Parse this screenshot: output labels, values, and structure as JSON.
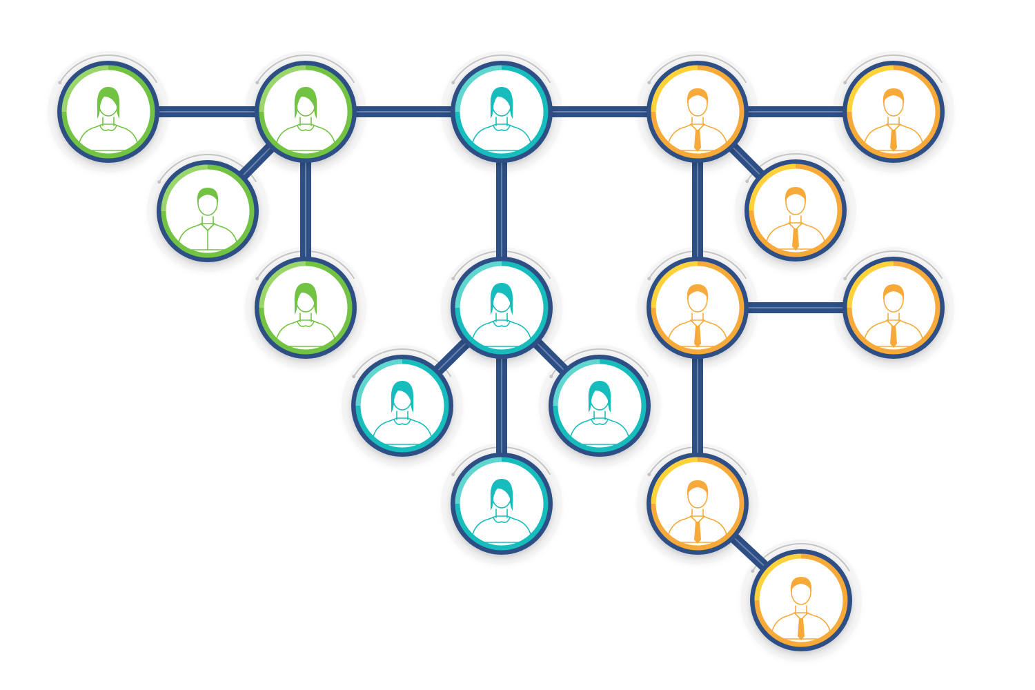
{
  "diagram": {
    "type": "people-network",
    "palette": {
      "connector": "#2e4f86",
      "connector_highlight": "#8fa6cc",
      "halo": "#eeeeee",
      "arc": "#c4c4c4",
      "node_fill": "#ffffff"
    },
    "groups": [
      {
        "id": "green",
        "color": "#72c244",
        "color_light": "#9ad66b"
      },
      {
        "id": "teal",
        "color": "#17bcbc",
        "color_light": "#5fd6cf"
      },
      {
        "id": "orange",
        "color": "#f7a93a",
        "color_light": "#ffd23a"
      }
    ],
    "nodes": [
      {
        "id": "g1",
        "group": "green",
        "figure": "woman-icon"
      },
      {
        "id": "g2",
        "group": "green",
        "figure": "woman-icon"
      },
      {
        "id": "g3",
        "group": "green",
        "figure": "man-icon"
      },
      {
        "id": "g4",
        "group": "green",
        "figure": "woman-icon"
      },
      {
        "id": "t1",
        "group": "teal",
        "figure": "woman-icon"
      },
      {
        "id": "t2",
        "group": "teal",
        "figure": "woman-icon"
      },
      {
        "id": "t3",
        "group": "teal",
        "figure": "woman-icon"
      },
      {
        "id": "t4",
        "group": "teal",
        "figure": "woman-icon"
      },
      {
        "id": "t5",
        "group": "teal",
        "figure": "woman-icon"
      },
      {
        "id": "o1",
        "group": "orange",
        "figure": "businessman-icon"
      },
      {
        "id": "o2",
        "group": "orange",
        "figure": "businessman-icon"
      },
      {
        "id": "o3",
        "group": "orange",
        "figure": "businessman-icon"
      },
      {
        "id": "o4",
        "group": "orange",
        "figure": "businessman-icon"
      },
      {
        "id": "o5",
        "group": "orange",
        "figure": "businessman-icon"
      },
      {
        "id": "o6",
        "group": "orange",
        "figure": "businessman-icon"
      },
      {
        "id": "o7",
        "group": "orange",
        "figure": "businessman-icon"
      }
    ],
    "edges": [
      [
        "g1",
        "g2"
      ],
      [
        "g2",
        "g3"
      ],
      [
        "g2",
        "g4"
      ],
      [
        "g2",
        "t1"
      ],
      [
        "t1",
        "t2"
      ],
      [
        "t2",
        "t3"
      ],
      [
        "t2",
        "t4"
      ],
      [
        "t2",
        "t5"
      ],
      [
        "t1",
        "o1"
      ],
      [
        "o1",
        "o2"
      ],
      [
        "o1",
        "o3"
      ],
      [
        "o1",
        "o4"
      ],
      [
        "o4",
        "o5"
      ],
      [
        "o4",
        "o6"
      ],
      [
        "o6",
        "o7"
      ]
    ]
  }
}
